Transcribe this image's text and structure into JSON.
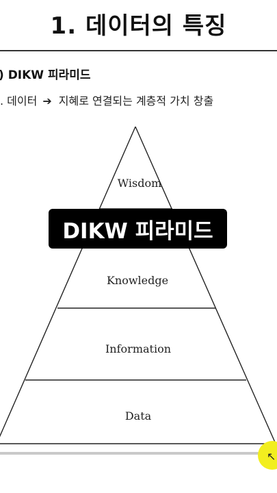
{
  "header": {
    "title": "1. 데이터의 특징"
  },
  "section": {
    "heading": ") DIKW 피라미드",
    "line_prefix": ". 데이터",
    "line_rest": "지혜로 연결되는 계층적 가치 창출"
  },
  "pyramid": {
    "levels": [
      "Wisdom",
      "Knowledge",
      "Information",
      "Data"
    ]
  },
  "overlay": {
    "caption": "DIKW 피라미드"
  },
  "icons": {
    "arrow": "arrow-right-icon",
    "cursor": "mouse-cursor-icon"
  },
  "colors": {
    "highlight": "#f2ee1f",
    "caption_bg": "#000000"
  }
}
